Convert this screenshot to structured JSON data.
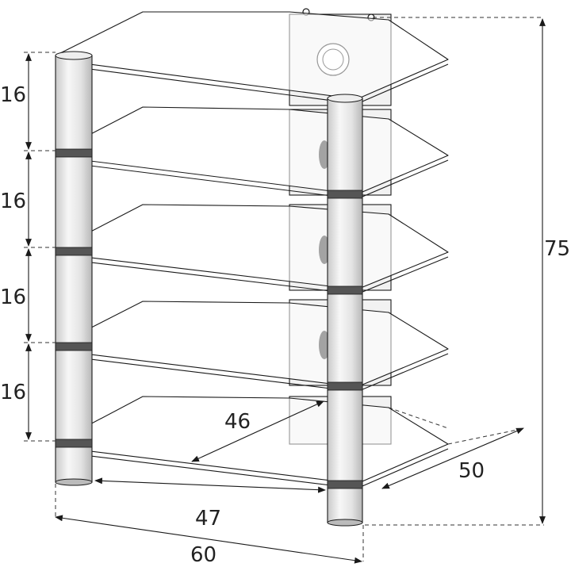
{
  "dimensions": {
    "shelf_gap_1": "16",
    "shelf_gap_2": "16",
    "shelf_gap_3": "16",
    "shelf_gap_4": "16",
    "total_height": "75",
    "shelf_depth_inner": "46",
    "shelf_depth_outer": "50",
    "inner_width": "47",
    "overall_width": "60"
  },
  "shelf_count": 5,
  "colors": {
    "line": "#1a1a1a",
    "pillar_light": "#f7f7f7",
    "pillar_dark": "#bdbdbd"
  }
}
